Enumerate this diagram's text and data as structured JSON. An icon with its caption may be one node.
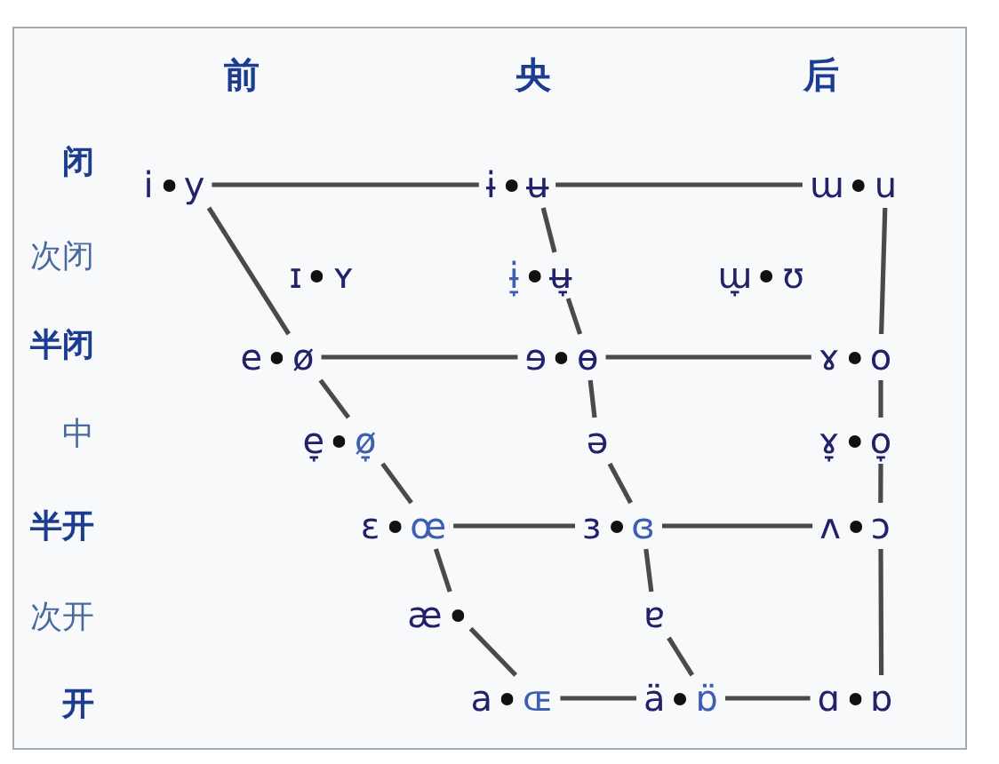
{
  "diagram": {
    "nodes": [
      {
        "text": [
          "i",
          "y"
        ]
      },
      {
        "text": [
          "ɨ",
          "ʉ"
        ]
      },
      {
        "text": [
          "ɯ",
          "u"
        ]
      },
      {
        "text": [
          "ɪ",
          "ʏ"
        ]
      },
      {
        "text": [
          "ɨ̞",
          "ʉ̞"
        ]
      },
      {
        "text": [
          "ɯ̞",
          "ʊ"
        ]
      },
      {
        "text": [
          "e",
          "ø"
        ]
      },
      {
        "text": [
          "ɘ",
          "ɵ"
        ]
      },
      {
        "text": [
          "ɤ",
          "o"
        ]
      },
      {
        "text": [
          "e̞",
          "ø̞"
        ]
      },
      {
        "text": [
          "ə"
        ]
      },
      {
        "text": [
          "ɤ̞",
          "o̞"
        ]
      },
      {
        "text": [
          "ɛ",
          "œ"
        ]
      },
      {
        "text": [
          "ɜ",
          "ɞ"
        ]
      },
      {
        "text": [
          "ʌ",
          "ɔ"
        ]
      },
      {
        "text": [
          "æ"
        ]
      },
      {
        "text": [
          "ɐ"
        ]
      },
      {
        "text": [
          "a",
          "ɶ"
        ]
      },
      {
        "text": [
          "ä",
          "ɒ̈"
        ]
      },
      {
        "text": [
          "ɑ",
          "ɒ"
        ]
      }
    ],
    "edges": [
      {
        "from": 0,
        "to": 1,
        "arrow": "none"
      },
      {
        "from": 1,
        "to": 2,
        "arrow": "none"
      },
      {
        "from": 0,
        "to": 6,
        "arrow": "none"
      },
      {
        "from": 1,
        "to": 4,
        "arrow": "none"
      },
      {
        "from": 2,
        "to": 8,
        "arrow": "none"
      },
      {
        "from": 4,
        "to": 7,
        "arrow": "none"
      },
      {
        "from": 6,
        "to": 7,
        "arrow": "none"
      },
      {
        "from": 7,
        "to": 8,
        "arrow": "none"
      },
      {
        "from": 6,
        "to": 9,
        "arrow": "none"
      },
      {
        "from": 7,
        "to": 10,
        "arrow": "none"
      },
      {
        "from": 8,
        "to": 11,
        "arrow": "none"
      },
      {
        "from": 9,
        "to": 12,
        "arrow": "none"
      },
      {
        "from": 10,
        "to": 13,
        "arrow": "none"
      },
      {
        "from": 11,
        "to": 14,
        "arrow": "none"
      },
      {
        "from": 12,
        "to": 13,
        "arrow": "none"
      },
      {
        "from": 13,
        "to": 14,
        "arrow": "none"
      },
      {
        "from": 12,
        "to": 15,
        "arrow": "none"
      },
      {
        "from": 13,
        "to": 16,
        "arrow": "none"
      },
      {
        "from": 14,
        "to": 19,
        "arrow": "none"
      },
      {
        "from": 15,
        "to": 17,
        "arrow": "none"
      },
      {
        "from": 16,
        "to": 18,
        "arrow": "none"
      },
      {
        "from": 17,
        "to": 18,
        "arrow": "none"
      },
      {
        "from": 18,
        "to": 19,
        "arrow": "none"
      }
    ],
    "labels": [
      "前",
      "央",
      "后",
      "闭",
      "次闭",
      "半闭",
      "中",
      "半开",
      "次开",
      "开"
    ]
  }
}
